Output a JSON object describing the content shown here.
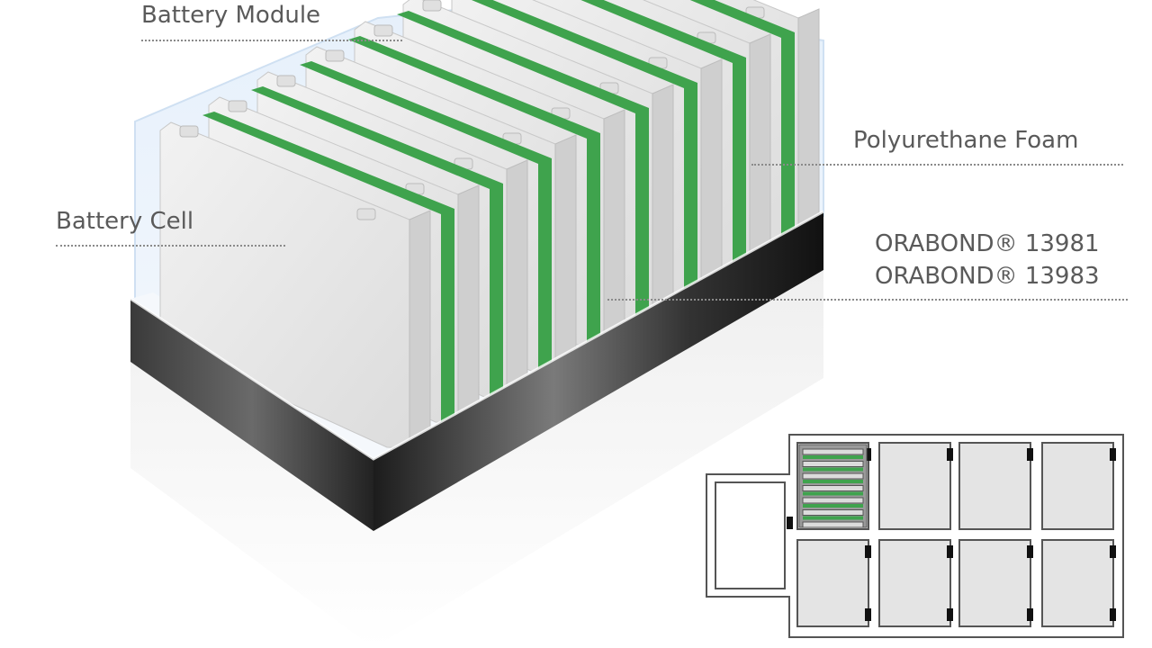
{
  "labels": {
    "battery_module": "Battery Module",
    "polyurethane_foam": "Polyurethane Foam",
    "battery_cell": "Battery Cell",
    "orabond_1": "ORABOND® 13981",
    "orabond_2": "ORABOND® 13983"
  },
  "colors": {
    "foam_green": "#3fa34d",
    "tray_dark": "#2a2a2a",
    "cell_white": "#e9e9e9",
    "label_gray": "#5a5a5a"
  },
  "inset": {
    "module_count": 8,
    "detailed_cells": 6
  }
}
